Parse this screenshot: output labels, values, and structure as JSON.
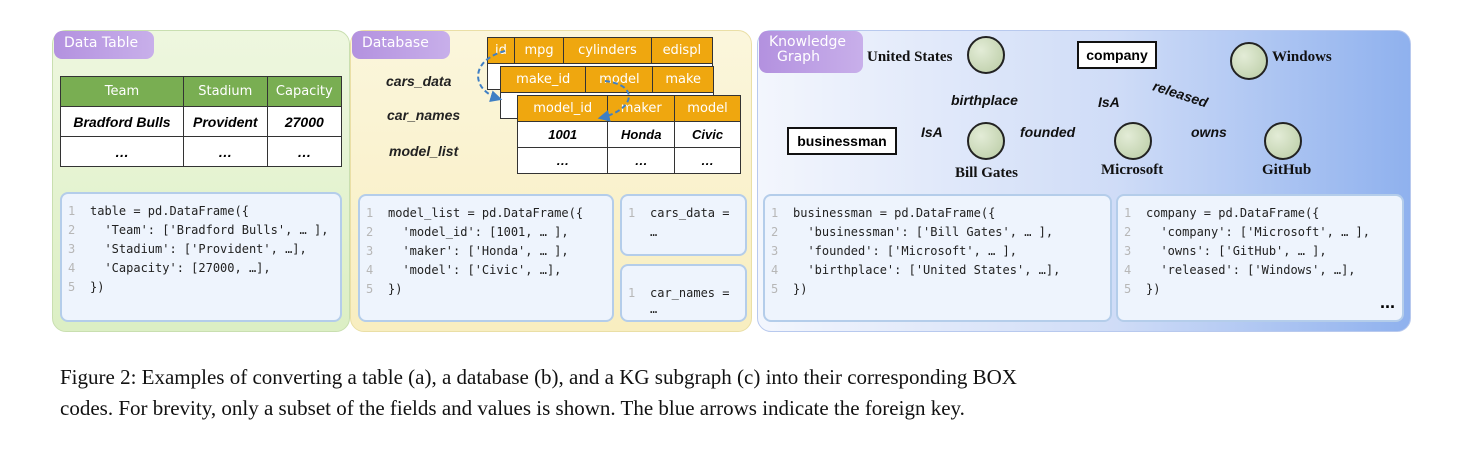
{
  "panel_a": {
    "tag": "Data Table",
    "table": {
      "headers": [
        "Team",
        "Stadium",
        "Capacity"
      ],
      "rows": [
        [
          "Bradford Bulls",
          "Provident",
          "27000"
        ],
        [
          "…",
          "…",
          "…"
        ]
      ]
    },
    "code": [
      {
        "n": "1",
        "t": "table = pd.DataFrame({"
      },
      {
        "n": "2",
        "t": "  'Team': ['Bradford Bulls', … ],"
      },
      {
        "n": "3",
        "t": "  'Stadium': ['Provident', …],"
      },
      {
        "n": "4",
        "t": "  'Capacity': [27000, …],"
      },
      {
        "n": "5",
        "t": "})"
      }
    ]
  },
  "panel_b": {
    "tag": "Database",
    "names": [
      "cars_data",
      "car_names",
      "model_list"
    ],
    "cars_data_headers": [
      "id",
      "mpg",
      "cylinders",
      "edispl"
    ],
    "car_names_headers": [
      "make_id",
      "model",
      "make"
    ],
    "model_list": {
      "headers": [
        "model_id",
        "maker",
        "model"
      ],
      "rows": [
        [
          "1001",
          "Honda",
          "Civic"
        ],
        [
          "…",
          "…",
          "…"
        ]
      ]
    },
    "code_main": [
      {
        "n": "1",
        "t": "model_list = pd.DataFrame({"
      },
      {
        "n": "2",
        "t": "  'model_id': [1001, … ],"
      },
      {
        "n": "3",
        "t": "  'maker': ['Honda', … ],"
      },
      {
        "n": "4",
        "t": "  'model': ['Civic', …],"
      },
      {
        "n": "5",
        "t": "})"
      }
    ],
    "code_cars": {
      "n": "1",
      "t": "cars_data =",
      "cont": "…"
    },
    "code_names": {
      "n": "1",
      "t": "car_names =",
      "cont": "…"
    }
  },
  "panel_c": {
    "tag_line1": "Knowledge",
    "tag_line2": "Graph",
    "nodes": {
      "united_states": "United States",
      "bill_gates": "Bill Gates",
      "microsoft": "Microsoft",
      "windows": "Windows",
      "github": "GitHub"
    },
    "boxes": {
      "businessman": "businessman",
      "company": "company"
    },
    "edges": {
      "birthplace": "birthplace",
      "isa_left": "IsA",
      "founded": "founded",
      "isa_right": "IsA",
      "released": "released",
      "owns": "owns"
    },
    "code_left": [
      {
        "n": "1",
        "t": "businessman = pd.DataFrame({"
      },
      {
        "n": "2",
        "t": "  'businessman': ['Bill Gates', … ],"
      },
      {
        "n": "3",
        "t": "  'founded': ['Microsoft', … ],"
      },
      {
        "n": "4",
        "t": "  'birthplace': ['United States', …],"
      },
      {
        "n": "5",
        "t": "})"
      }
    ],
    "code_right": [
      {
        "n": "1",
        "t": "company = pd.DataFrame({"
      },
      {
        "n": "2",
        "t": "  'company': ['Microsoft', … ],"
      },
      {
        "n": "3",
        "t": "  'owns': ['GitHub', … ],"
      },
      {
        "n": "4",
        "t": "  'released': ['Windows', …],"
      },
      {
        "n": "5",
        "t": "})"
      }
    ],
    "more": "..."
  },
  "caption": {
    "line1": "Figure 2: Examples of converting a table (a), a database (b), and a KG subgraph (c) into their corresponding BOX",
    "line2": "codes. For brevity, only a subset of the fields and values is shown. The blue arrows indicate the foreign key."
  },
  "colors": {
    "panel_a": "#dcefc4",
    "panel_b": "#f8eec0",
    "panel_c": "#8fb1ee",
    "tag": "#b391df",
    "table_header_green": "#79ae52",
    "table_header_orange": "#efa70f",
    "foreign_key_arrow": "#3f7fc4"
  }
}
